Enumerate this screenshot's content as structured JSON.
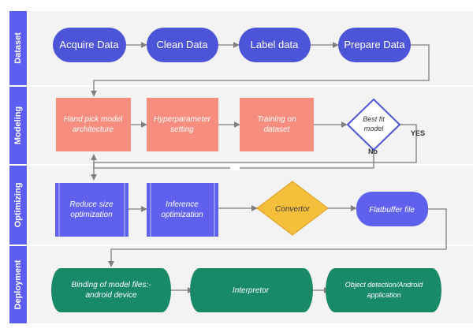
{
  "colors": {
    "lane_bar": "#5b5ef0",
    "lane_bg": "#f3f3f3",
    "dataset_node": "#4c54d8",
    "modeling_node": "#f68d7e",
    "optimizing_node": "#5f61ee",
    "convertor": "#f5bf3c",
    "deployment_node": "#198a68",
    "connector": "#7f7f7f"
  },
  "lanes": [
    {
      "label": "Dataset"
    },
    {
      "label": "Modeling"
    },
    {
      "label": "Optimizing"
    },
    {
      "label": "Deployment"
    }
  ],
  "dataset": {
    "acquire": "Acquire Data",
    "clean": "Clean Data",
    "label": "Label data",
    "prepare": "Prepare Data"
  },
  "modeling": {
    "hand_pick_1": "Hand pick  model",
    "hand_pick_2": "architecture",
    "hyper_1": "Hyperparameter",
    "hyper_2": "setting",
    "training_1": "Training on",
    "training_2": "dataset",
    "best_fit_1": "Best fit",
    "best_fit_2": "model",
    "yes": "YES",
    "no": "No"
  },
  "optimizing": {
    "reduce_1": "Reduce size",
    "reduce_2": "optimization",
    "inference_1": "Inference",
    "inference_2": "optimization",
    "convertor": "Convertor",
    "flatbuffer": "Flatbuffer file"
  },
  "deployment": {
    "binding_1": "Binding of  model files:-",
    "binding_2": "android device",
    "interpretor": "Interpretor",
    "object_1": "Object detection/Android",
    "object_2": "application"
  }
}
